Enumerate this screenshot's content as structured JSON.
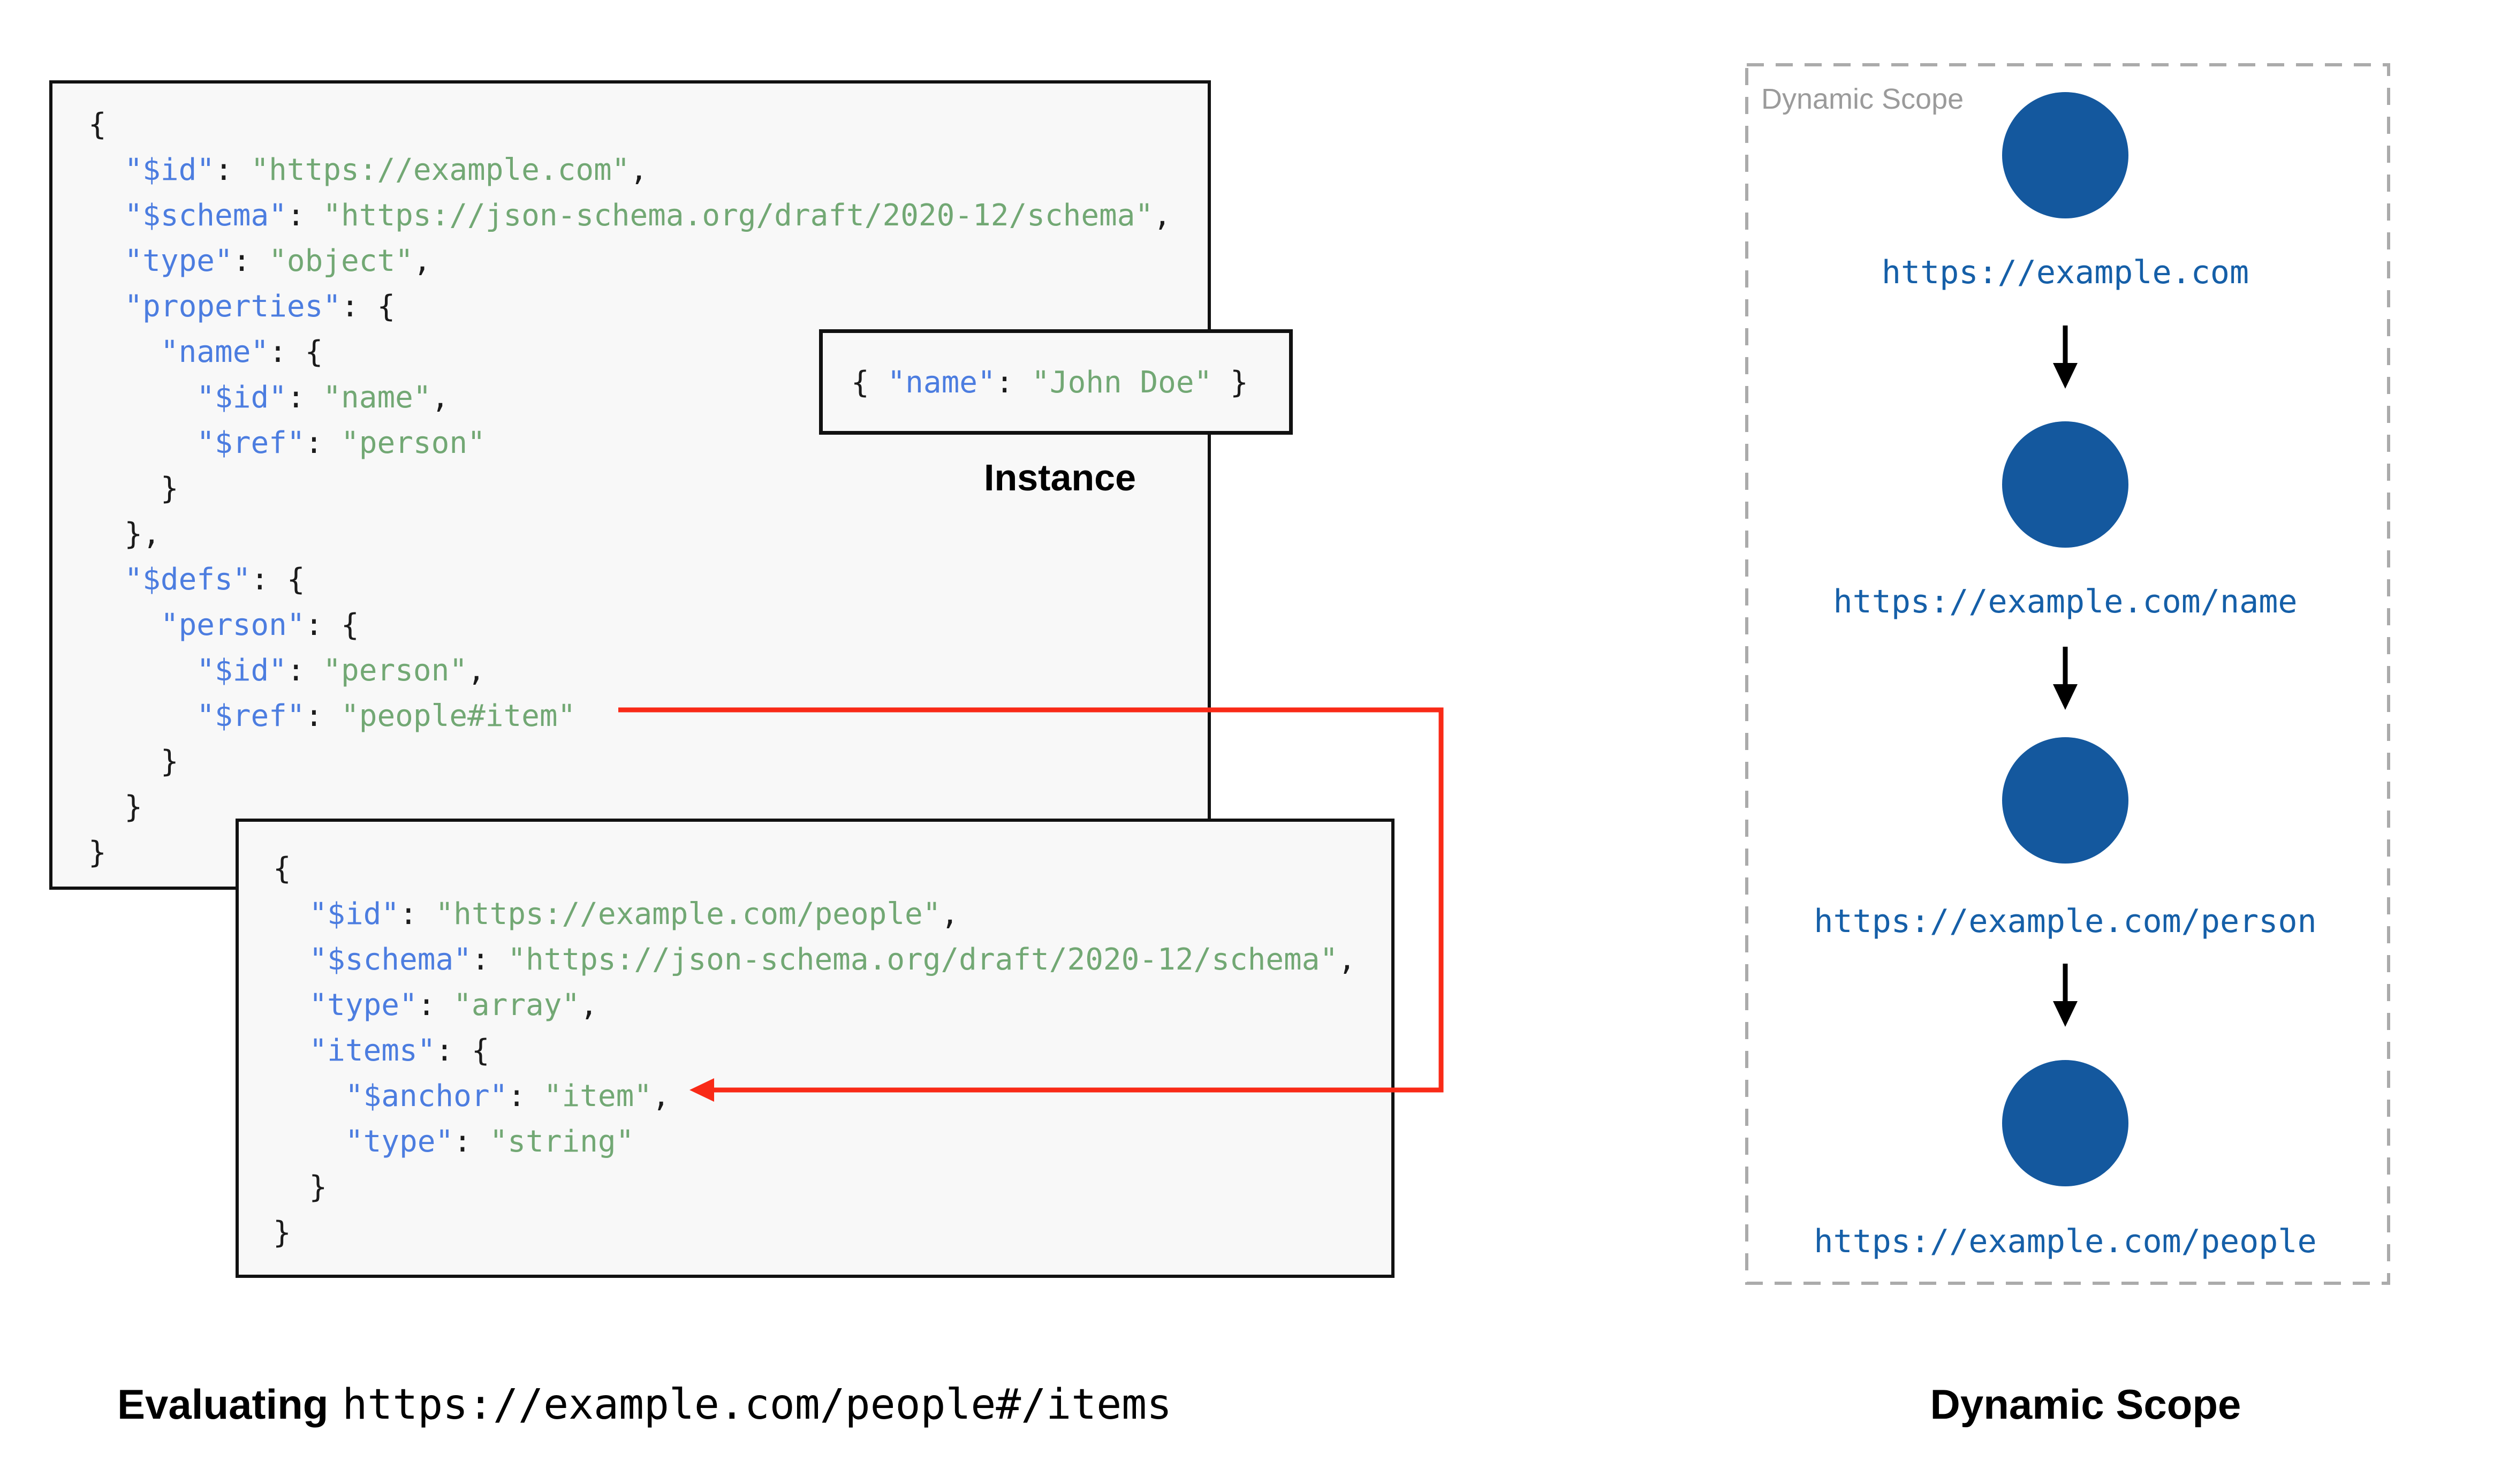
{
  "colors": {
    "key_blue": "#4c7de0",
    "string_green": "#72a874",
    "punctuation": "#1b1b1b",
    "box_background": "#f8f8f8",
    "box_border": "#111111",
    "ref_arrow_red": "#f92a17",
    "scope_circle_blue": "#14589e",
    "scope_url_blue": "#155fa8",
    "watermark_gray": "#9b9b9b",
    "panel_dash_gray": "#ababab"
  },
  "schema_main": {
    "lines": [
      [
        {
          "t": "{",
          "c": "p"
        }
      ],
      [
        {
          "t": "  ",
          "c": "p"
        },
        {
          "t": "\"$id\"",
          "c": "k"
        },
        {
          "t": ": ",
          "c": "p"
        },
        {
          "t": "\"https://example.com\"",
          "c": "s"
        },
        {
          "t": ",",
          "c": "p"
        }
      ],
      [
        {
          "t": "  ",
          "c": "p"
        },
        {
          "t": "\"$schema\"",
          "c": "k"
        },
        {
          "t": ": ",
          "c": "p"
        },
        {
          "t": "\"https://json-schema.org/draft/2020-12/schema\"",
          "c": "s"
        },
        {
          "t": ",",
          "c": "p"
        }
      ],
      [
        {
          "t": "  ",
          "c": "p"
        },
        {
          "t": "\"type\"",
          "c": "k"
        },
        {
          "t": ": ",
          "c": "p"
        },
        {
          "t": "\"object\"",
          "c": "s"
        },
        {
          "t": ",",
          "c": "p"
        }
      ],
      [
        {
          "t": "  ",
          "c": "p"
        },
        {
          "t": "\"properties\"",
          "c": "k"
        },
        {
          "t": ": {",
          "c": "p"
        }
      ],
      [
        {
          "t": "    ",
          "c": "p"
        },
        {
          "t": "\"name\"",
          "c": "k"
        },
        {
          "t": ": {",
          "c": "p"
        }
      ],
      [
        {
          "t": "      ",
          "c": "p"
        },
        {
          "t": "\"$id\"",
          "c": "k"
        },
        {
          "t": ": ",
          "c": "p"
        },
        {
          "t": "\"name\"",
          "c": "s"
        },
        {
          "t": ",",
          "c": "p"
        }
      ],
      [
        {
          "t": "      ",
          "c": "p"
        },
        {
          "t": "\"$ref\"",
          "c": "k"
        },
        {
          "t": ": ",
          "c": "p"
        },
        {
          "t": "\"person\"",
          "c": "s"
        }
      ],
      [
        {
          "t": "    }",
          "c": "p"
        }
      ],
      [
        {
          "t": "  },",
          "c": "p"
        }
      ],
      [
        {
          "t": "  ",
          "c": "p"
        },
        {
          "t": "\"$defs\"",
          "c": "k"
        },
        {
          "t": ": {",
          "c": "p"
        }
      ],
      [
        {
          "t": "    ",
          "c": "p"
        },
        {
          "t": "\"person\"",
          "c": "k"
        },
        {
          "t": ": {",
          "c": "p"
        }
      ],
      [
        {
          "t": "      ",
          "c": "p"
        },
        {
          "t": "\"$id\"",
          "c": "k"
        },
        {
          "t": ": ",
          "c": "p"
        },
        {
          "t": "\"person\"",
          "c": "s"
        },
        {
          "t": ",",
          "c": "p"
        }
      ],
      [
        {
          "t": "      ",
          "c": "p"
        },
        {
          "t": "\"$ref\"",
          "c": "k"
        },
        {
          "t": ": ",
          "c": "p"
        },
        {
          "t": "\"people#item\"",
          "c": "s"
        }
      ],
      [
        {
          "t": "    }",
          "c": "p"
        }
      ],
      [
        {
          "t": "  }",
          "c": "p"
        }
      ],
      [
        {
          "t": "}",
          "c": "p"
        }
      ]
    ]
  },
  "schema_people": {
    "lines": [
      [
        {
          "t": "{",
          "c": "p"
        }
      ],
      [
        {
          "t": "  ",
          "c": "p"
        },
        {
          "t": "\"$id\"",
          "c": "k"
        },
        {
          "t": ": ",
          "c": "p"
        },
        {
          "t": "\"https://example.com/people\"",
          "c": "s"
        },
        {
          "t": ",",
          "c": "p"
        }
      ],
      [
        {
          "t": "  ",
          "c": "p"
        },
        {
          "t": "\"$schema\"",
          "c": "k"
        },
        {
          "t": ": ",
          "c": "p"
        },
        {
          "t": "\"https://json-schema.org/draft/2020-12/schema\"",
          "c": "s"
        },
        {
          "t": ",",
          "c": "p"
        }
      ],
      [
        {
          "t": "  ",
          "c": "p"
        },
        {
          "t": "\"type\"",
          "c": "k"
        },
        {
          "t": ": ",
          "c": "p"
        },
        {
          "t": "\"array\"",
          "c": "s"
        },
        {
          "t": ",",
          "c": "p"
        }
      ],
      [
        {
          "t": "  ",
          "c": "p"
        },
        {
          "t": "\"items\"",
          "c": "k"
        },
        {
          "t": ": {",
          "c": "p"
        }
      ],
      [
        {
          "t": "    ",
          "c": "p"
        },
        {
          "t": "\"$anchor\"",
          "c": "k"
        },
        {
          "t": ": ",
          "c": "p"
        },
        {
          "t": "\"item\"",
          "c": "s"
        },
        {
          "t": ",",
          "c": "p"
        }
      ],
      [
        {
          "t": "    ",
          "c": "p"
        },
        {
          "t": "\"type\"",
          "c": "k"
        },
        {
          "t": ": ",
          "c": "p"
        },
        {
          "t": "\"string\"",
          "c": "s"
        }
      ],
      [
        {
          "t": "  }",
          "c": "p"
        }
      ],
      [
        {
          "t": "}",
          "c": "p"
        }
      ]
    ]
  },
  "instance": {
    "label": "Instance",
    "tokens": [
      {
        "t": "{ ",
        "c": "p"
      },
      {
        "t": "\"name\"",
        "c": "k"
      },
      {
        "t": ": ",
        "c": "p"
      },
      {
        "t": "\"John Doe\"",
        "c": "s"
      },
      {
        "t": " }",
        "c": "p"
      }
    ]
  },
  "dynamic_scope_panel": {
    "watermark": "Dynamic Scope",
    "nodes": [
      "https://example.com",
      "https://example.com/name",
      "https://example.com/person",
      "https://example.com/people"
    ]
  },
  "captions": {
    "evaluating_bold": "Evaluating",
    "evaluating_uri": "https://example.com/people#/items",
    "dynamic_scope": "Dynamic Scope"
  }
}
